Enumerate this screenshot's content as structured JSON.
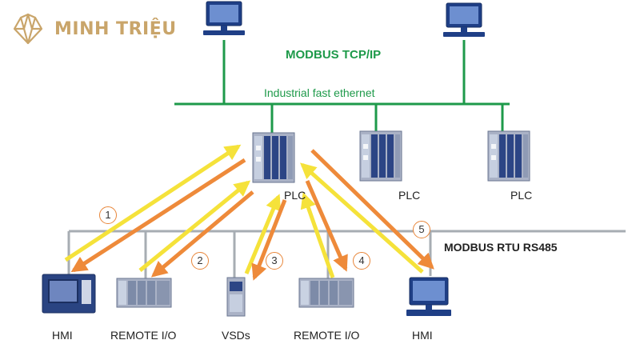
{
  "brand": {
    "name": "MINH TRIỆU"
  },
  "network": {
    "top_protocol": "MODBUS TCP/IP",
    "backbone_label": "Industrial fast ethernet",
    "bottom_protocol": "MODBUS RTU RS485"
  },
  "plcs": [
    {
      "label": "PLC"
    },
    {
      "label": "PLC"
    },
    {
      "label": "PLC"
    }
  ],
  "devices": [
    {
      "label": "HMI"
    },
    {
      "label": "REMOTE I/O"
    },
    {
      "label": "VSDs"
    },
    {
      "label": "REMOTE I/O"
    },
    {
      "label": "HMI"
    }
  ],
  "steps": [
    "1",
    "2",
    "3",
    "4",
    "5"
  ],
  "colors": {
    "network_line": "#1e9a4a",
    "rtu_line": "#a7adb3",
    "request_arrow": "#f7e84c",
    "response_arrow": "#f08a3a",
    "brand": "#c9a56a"
  }
}
